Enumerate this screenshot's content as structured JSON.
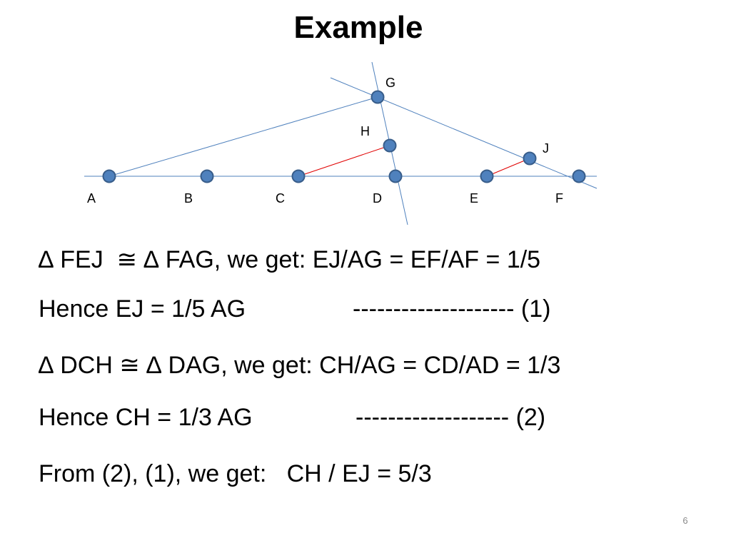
{
  "slide": {
    "title": "Example",
    "page_number": "6"
  },
  "diagram": {
    "points": {
      "A": "A",
      "B": "B",
      "C": "C",
      "D": "D",
      "E": "E",
      "F": "F",
      "G": "G",
      "H": "H",
      "J": "J"
    },
    "colors": {
      "line": "#4f81bd",
      "point_fill": "#4f81bd",
      "point_stroke": "#385d8a",
      "highlight": "#e00000"
    }
  },
  "text": {
    "line1": "∆ FEJ  ≅ ∆ FAG, we get: EJ/AG = EF/AF = 1/5",
    "line2_left": "Hence EJ = 1/5 AG",
    "line2_right": "-------------------- (1)",
    "line3": "∆ DCH ≅ ∆ DAG, we get: CH/AG = CD/AD = 1/3",
    "line4_left": "Hence CH = 1/3 AG",
    "line4_right": "------------------- (2)",
    "line5": "From (2), (1), we get:   CH / EJ = 5/3"
  }
}
